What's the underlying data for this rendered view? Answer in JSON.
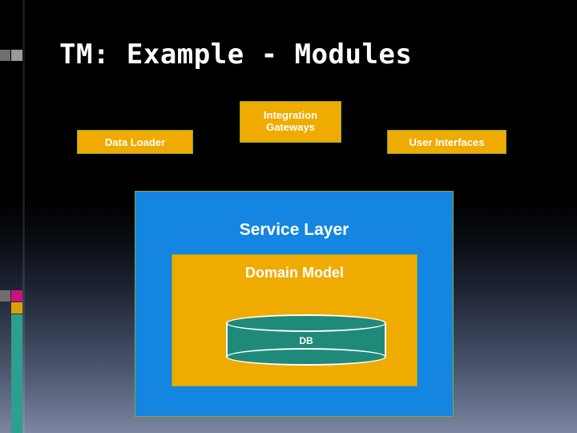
{
  "slide": {
    "title": "TM: Example - Modules",
    "background_top_color": "#000000",
    "background_bottom_color": "#7c86a0"
  },
  "decorations": {
    "squares": [
      {
        "name": "grey-square-upper",
        "color": "#9a9a9a"
      },
      {
        "name": "grey-square-upper-outer",
        "color": "#6e6e6e"
      },
      {
        "name": "magenta-square",
        "color": "#c8147d"
      },
      {
        "name": "yellow-square",
        "color": "#d9a300"
      },
      {
        "name": "grey-square-lower",
        "color": "#6e6e6e"
      },
      {
        "name": "teal-bar",
        "color": "#2e9e8f"
      }
    ],
    "left_band_color": "rgba(255,255,255,0.10)"
  },
  "diagram": {
    "type": "layered-architecture",
    "accent_colors": {
      "module_box": "#f0ab00",
      "module_border": "#8aa62e",
      "service_layer": "#1485e0",
      "database": "#1f8a7a",
      "text": "#ffffff"
    },
    "top_modules": [
      {
        "id": "data-loader",
        "label": "Data Loader"
      },
      {
        "id": "integration-gateways",
        "label_line1": "Integration",
        "label_line2": "Gateways"
      },
      {
        "id": "user-interfaces",
        "label": "User Interfaces"
      }
    ],
    "service_layer": {
      "label": "Service Layer",
      "domain_model": {
        "label": "Domain Model",
        "database": {
          "label": "DB"
        }
      }
    }
  }
}
